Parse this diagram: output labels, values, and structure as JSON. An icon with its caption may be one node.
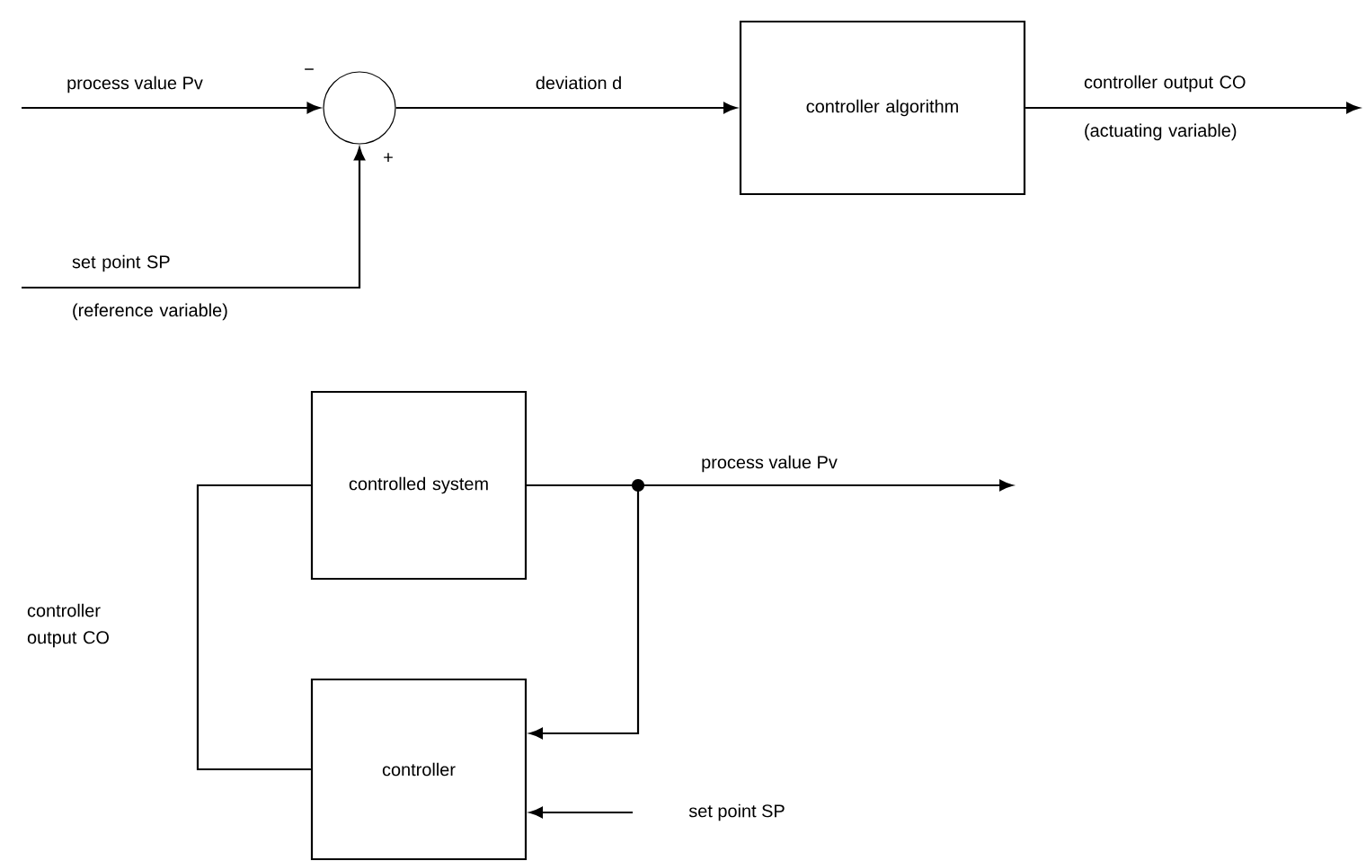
{
  "diagram": {
    "nodes": [
      {
        "text": [],
        "shape": "circle"
      },
      {
        "text": [
          "controller algorithm"
        ]
      },
      {
        "text": [
          "controlled system"
        ]
      },
      {
        "text": [
          "controller"
        ]
      }
    ],
    "edges": [
      {
        "from": null,
        "to": 0,
        "arrow": "to",
        "label": "process value Pv"
      },
      {
        "from": null,
        "to": 0,
        "arrow": "to",
        "label": "set point SP (reference variable)"
      },
      {
        "from": 0,
        "to": 1,
        "arrow": "to",
        "label": "deviation d"
      },
      {
        "from": 1,
        "to": null,
        "arrow": "to",
        "label": "controller output CO (actuating variable)"
      },
      {
        "from": 3,
        "to": 2,
        "arrow": "none",
        "label": "controller output CO"
      },
      {
        "from": 2,
        "to": null,
        "arrow": "to",
        "label": "process value Pv"
      },
      {
        "from": 2,
        "to": 3,
        "arrow": "to"
      },
      {
        "from": null,
        "to": 3,
        "arrow": "to",
        "label": "set point SP"
      }
    ],
    "labels": [
      "−",
      "+"
    ]
  }
}
